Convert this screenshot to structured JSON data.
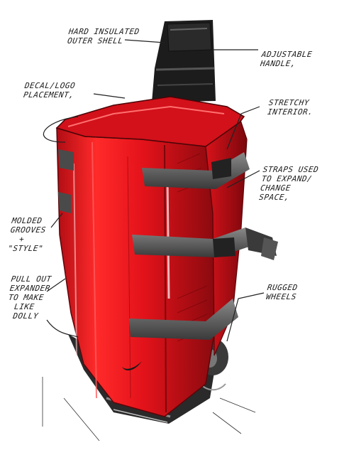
{
  "annotations": {
    "outer_shell": [
      "HARD INSULATED",
      "OUTER SHELL"
    ],
    "handle": [
      "ADJUSTABLE",
      "HANDLE,"
    ],
    "decal": [
      "DECAL/LOGO",
      "PLACEMENT,"
    ],
    "interior": [
      "STRETCHY",
      "INTERIOR."
    ],
    "straps": [
      "STRAPS USED",
      "TO EXPAND/",
      "CHANGE",
      "SPACE,"
    ],
    "grooves": [
      "MOLDED",
      "GROOVES",
      "+",
      "\"STYLE\""
    ],
    "expander": [
      "PULL OUT",
      "EXPANDER",
      "TO MAKE",
      "LIKE",
      "DOLLY"
    ],
    "wheels": [
      "RUGGED",
      "WHEELS"
    ]
  },
  "colors": {
    "shell_red": "#e3121a",
    "shell_dark_red": "#9c0a10",
    "interior_teal": "#8fb3a6",
    "strap_gray": "#5a5a5a",
    "handle_black": "#1c1c1c"
  },
  "icons": [
    "swoosh-logo"
  ]
}
